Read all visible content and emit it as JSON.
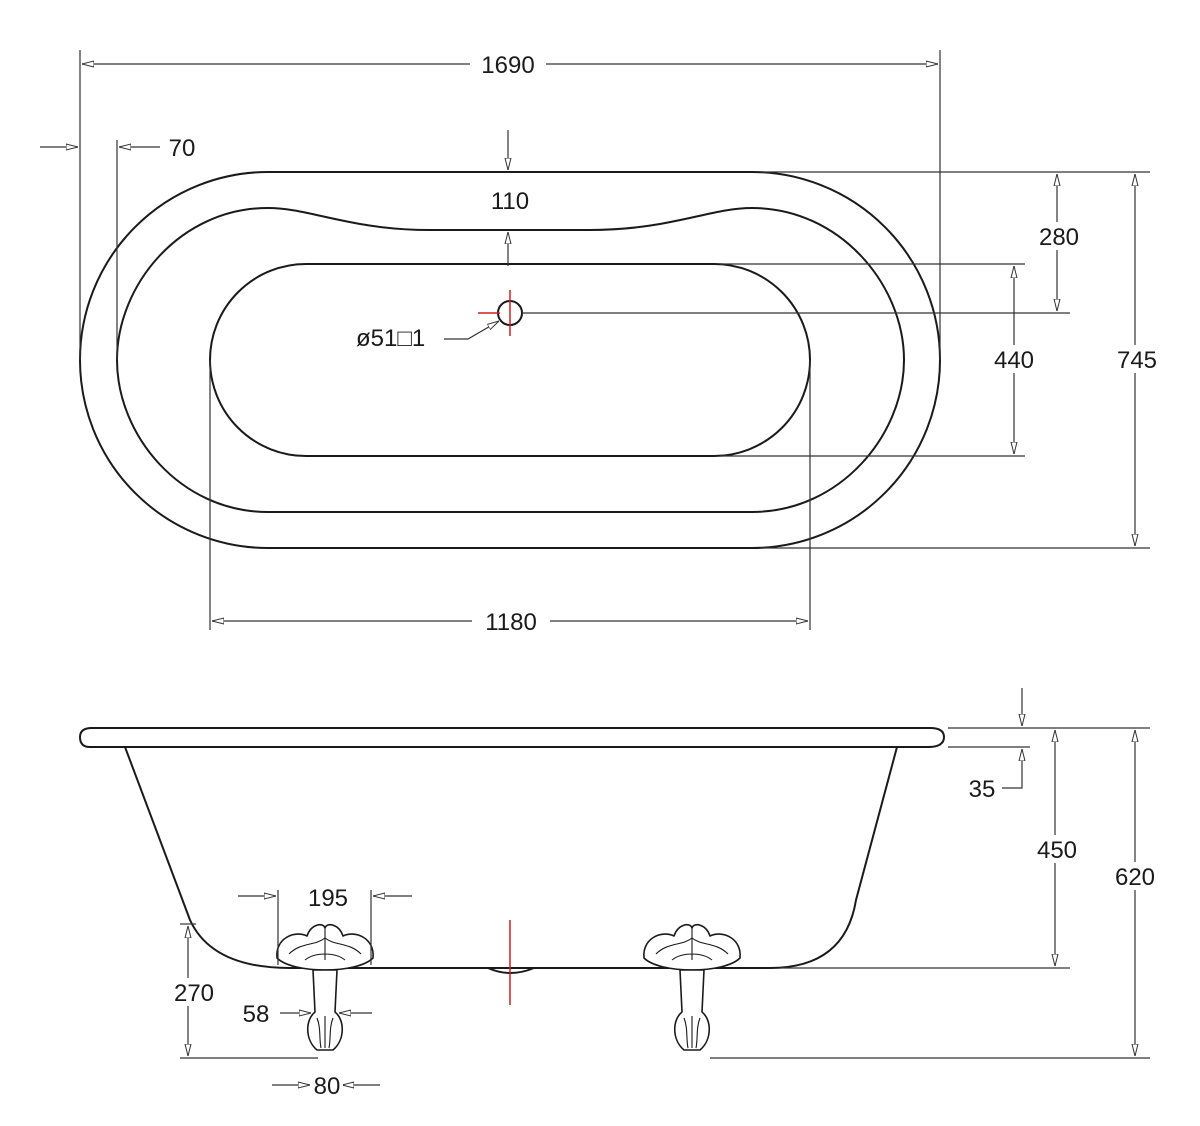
{
  "top_view": {
    "dimensions": {
      "overall_length": "1690",
      "rim_offset": "70",
      "waist_depth": "110",
      "waste_offset": "280",
      "inner_width": "440",
      "overall_width": "745",
      "inner_length": "1180",
      "waste_label": "ø51□1"
    }
  },
  "side_view": {
    "dimensions": {
      "rim_thickness": "35",
      "bath_depth": "450",
      "overall_height": "620",
      "foot_spacing": "195",
      "foot_height": "270",
      "leg_width": "58",
      "foot_base_width": "80"
    }
  },
  "colors": {
    "line": "#1a1a1a",
    "centerline": "#cc2020"
  }
}
